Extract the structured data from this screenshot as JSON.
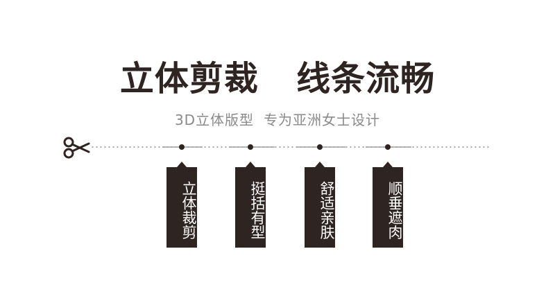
{
  "headline": {
    "left": "立体剪裁",
    "right": "线条流畅"
  },
  "subline": {
    "left": "3D立体版型",
    "right": "专为亚洲女士设计"
  },
  "colors": {
    "dark": "#2e2422",
    "subtext": "#8a8a8a",
    "tag_text": "#ffffff"
  },
  "cut_icon": "scissors-icon",
  "tags": [
    {
      "label": "立体裁剪"
    },
    {
      "label": "挺括有型"
    },
    {
      "label": "舒适亲肤"
    },
    {
      "label": "顺垂遮肉"
    }
  ]
}
